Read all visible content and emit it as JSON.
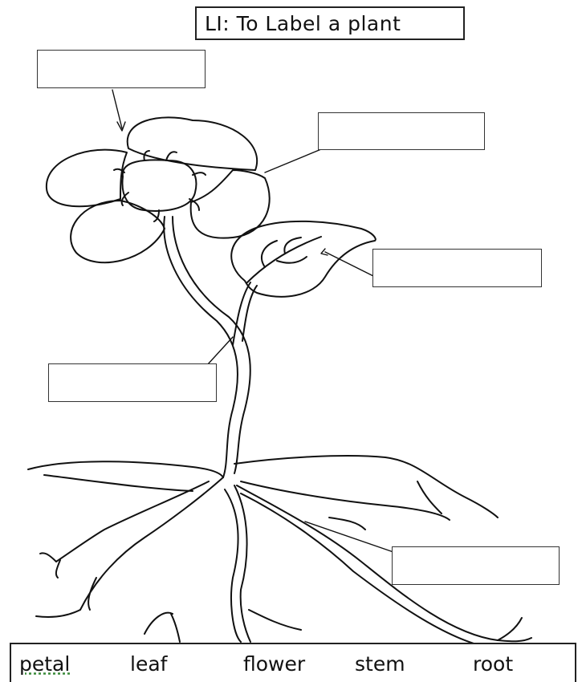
{
  "title": "LI: To Label a plant",
  "label_boxes": [
    "",
    "",
    "",
    "",
    ""
  ],
  "word_bank": [
    "petal",
    "leaf",
    "flower",
    "stem",
    "root"
  ]
}
